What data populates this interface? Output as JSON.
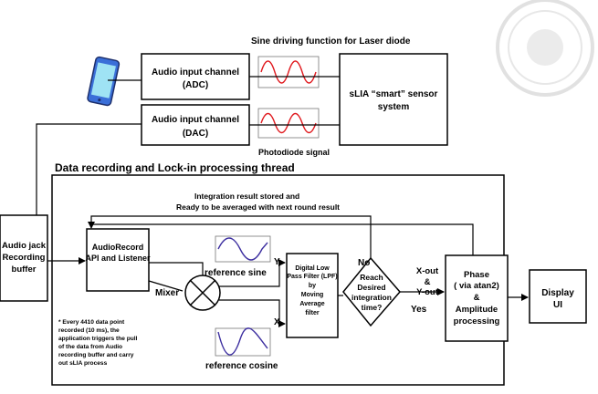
{
  "top_title": "Sine driving function for Laser diode",
  "adc_box": {
    "line1": "Audio input channel",
    "line2": "(ADC)"
  },
  "dac_box": {
    "line1": "Audio input channel",
    "line2": "(DAC)"
  },
  "sensor_box": {
    "line1": "sLIA “smart” sensor",
    "line2": "system"
  },
  "photodiode_label": "Photodiode signal",
  "thread_title": "Data recording and Lock-in processing thread",
  "integration_note": {
    "line1": "Integration result stored and",
    "line2": "Ready to be averaged with next round result"
  },
  "audio_jack": {
    "line1": "Audio jack",
    "line2": "Recording",
    "line3": "buffer"
  },
  "audiorecord_box": {
    "line1": "AudioRecord",
    "line2": "API and Listener"
  },
  "reference_sine": "reference sine",
  "reference_cosine": "reference cosine",
  "mixer_label": "Mixer",
  "y_label": "Y",
  "x_label": "X",
  "lpf_box": {
    "line1": "Digital Low",
    "line2": "Pass Filter (LPF)",
    "line3": "by",
    "line4": "Moving",
    "line5": "Average",
    "line6": "filter"
  },
  "decision": {
    "line1": "Reach",
    "line2": "Desired",
    "line3": "integration",
    "line4": "time?"
  },
  "no_label": "No",
  "yes_label": "Yes",
  "xy_out": {
    "line1": "X-out",
    "line2": "&",
    "line3": "Y-out"
  },
  "phase_box": {
    "line1": "Phase",
    "line2": "( via atan2)",
    "line3": "&",
    "line4": "Amplitude",
    "line5": "processing"
  },
  "display_box": {
    "line1": "Display",
    "line2": "UI"
  },
  "footnote": {
    "line1": "* Every    4410  data  point",
    "line2": "recorded  (10  ms),  the",
    "line3": "application triggers the pull",
    "line4": "of the data from Audio",
    "line5": "recording buffer and carry",
    "line6": "out sLIA process"
  },
  "colors": {
    "stroke": "#000000",
    "sine_red": "#e0191e",
    "sine_blue": "#3d2fa0",
    "phone_body": "#3a6fd8",
    "seal": "#c9c9c9"
  }
}
